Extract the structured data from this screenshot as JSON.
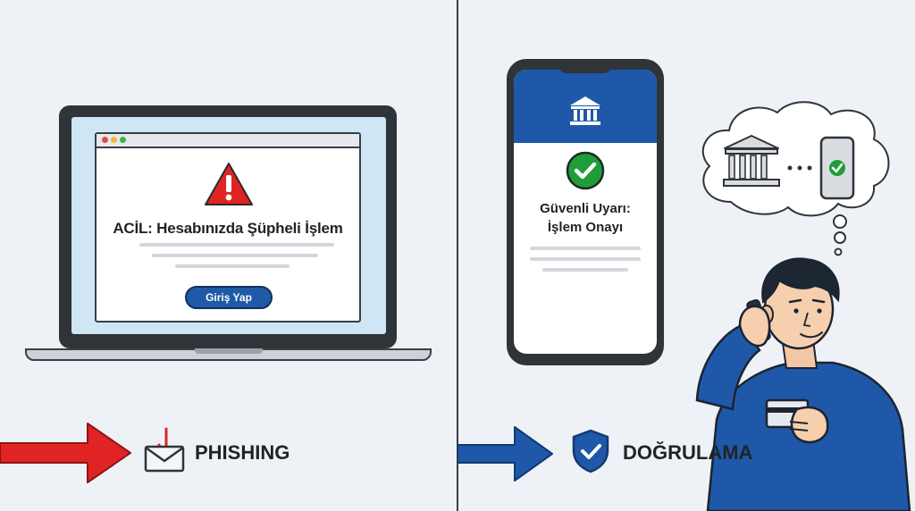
{
  "laptop": {
    "alert_title": "ACİL: Hesabınızda Şüpheli İşlem",
    "login_button": "Giriş Yap",
    "warning_icon": "warning-triangle-icon"
  },
  "phone": {
    "header_icon": "bank-icon",
    "check_icon": "check-circle-icon",
    "title_line1": "Güvenli Uyarı:",
    "title_line2": "İşlem Onayı"
  },
  "thought_bubble": {
    "icons": [
      "bank-icon",
      "dots-icon",
      "phone-check-icon"
    ]
  },
  "bottom": {
    "left_label": "PHISHING",
    "left_icon": "hooked-envelope-icon",
    "right_label": "DOĞRULAMA",
    "right_icon": "shield-check-icon"
  },
  "colors": {
    "danger": "#e02424",
    "brand_blue": "#1f58a8",
    "success": "#1f9d3a"
  }
}
